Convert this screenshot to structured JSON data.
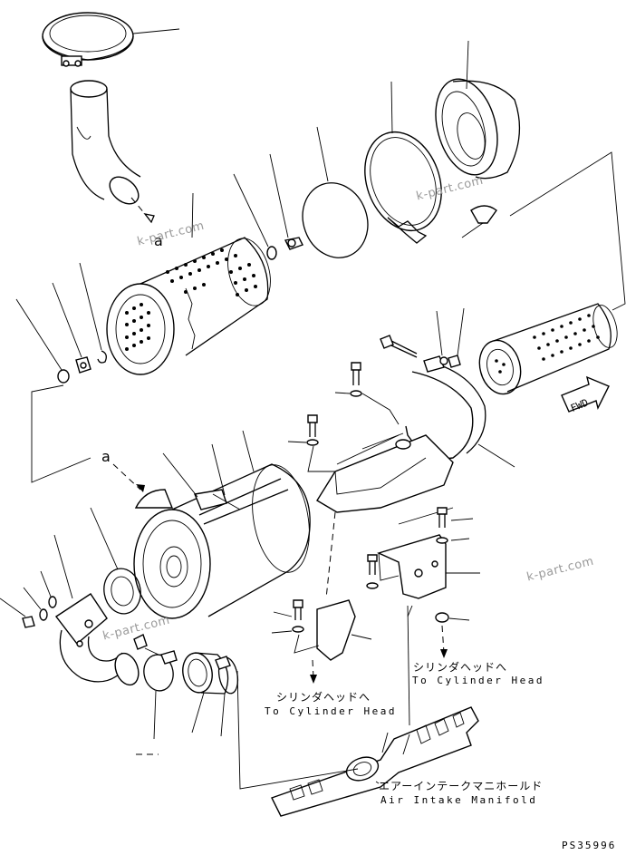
{
  "diagram": {
    "ref_labels": [
      "a",
      "a"
    ],
    "fwd_label": "FWD",
    "destinations": [
      {
        "jp": "シリンダヘッドへ",
        "en": "To Cylinder Head"
      },
      {
        "jp": "シリンダヘッドへ",
        "en": "To Cylinder Head"
      }
    ],
    "manifold": {
      "jp": "エアーインテークマニホールド",
      "en": "Air Intake Manifold"
    },
    "drawing_code": "PS35996",
    "watermarks": [
      "k-part.com",
      "k-part.com",
      "k-part.com",
      "k-part.com"
    ]
  }
}
